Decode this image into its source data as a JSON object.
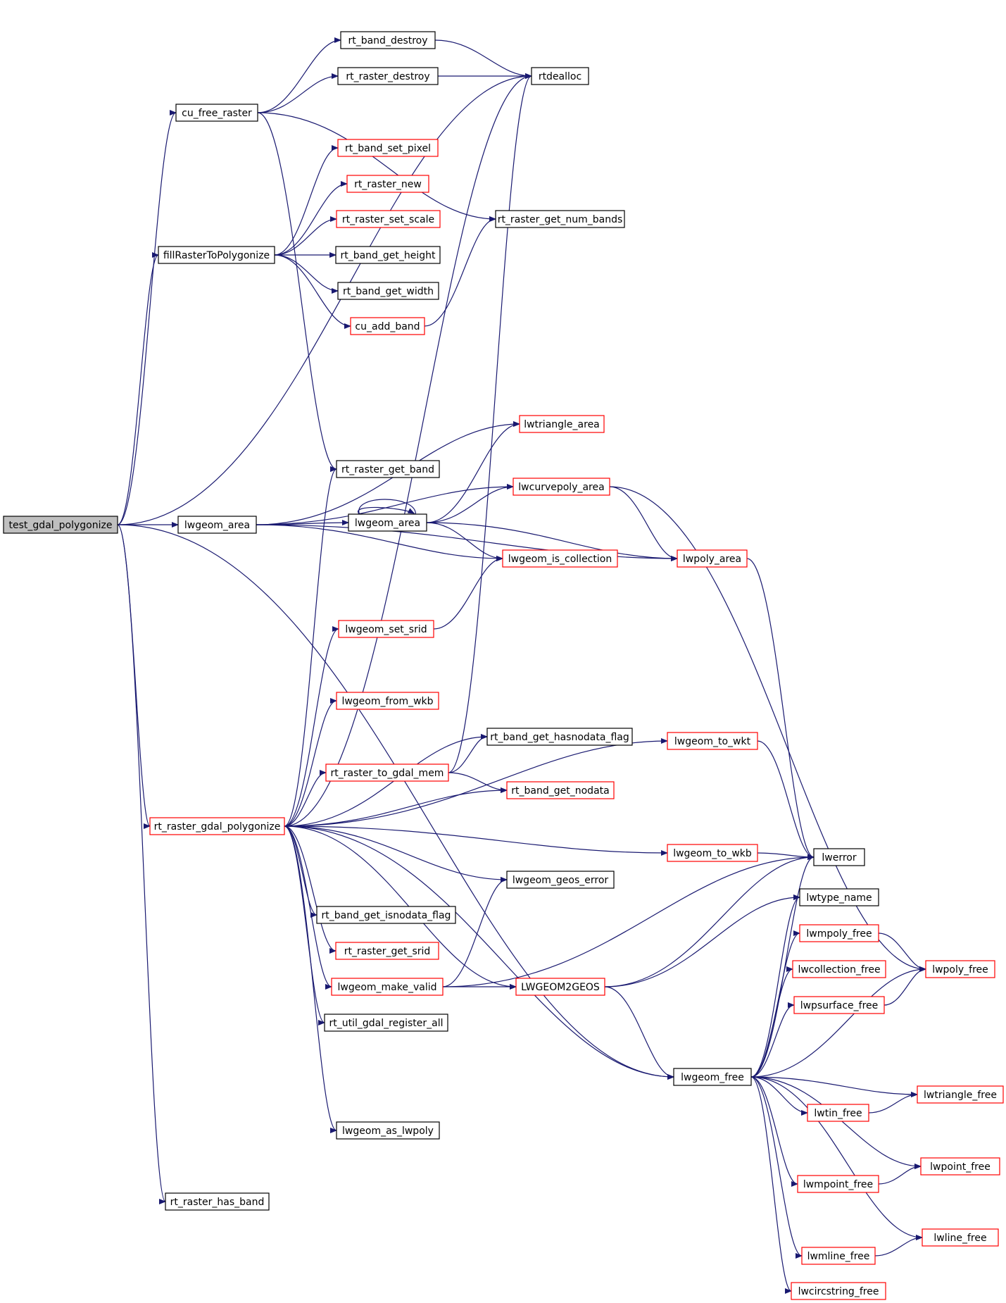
{
  "colors": {
    "edge": "#191970",
    "root_fill": "#bfbfbf",
    "black_border": "#000000",
    "red_border": "#ff0000"
  },
  "nodes": [
    {
      "id": "test_gdal_polygonize",
      "label": "test_gdal_polygonize",
      "border": "root"
    },
    {
      "id": "cu_free_raster",
      "label": "cu_free_raster",
      "border": "black"
    },
    {
      "id": "fillRasterToPolygonize",
      "label": "fillRasterToPolygonize",
      "border": "black"
    },
    {
      "id": "lwgeom_area_1",
      "label": "lwgeom_area",
      "border": "black"
    },
    {
      "id": "rt_raster_gdal_polygonize",
      "label": "rt_raster_gdal_polygonize",
      "border": "red"
    },
    {
      "id": "rt_raster_has_band",
      "label": "rt_raster_has_band",
      "border": "black"
    },
    {
      "id": "rt_band_destroy",
      "label": "rt_band_destroy",
      "border": "black"
    },
    {
      "id": "rt_raster_destroy",
      "label": "rt_raster_destroy",
      "border": "black"
    },
    {
      "id": "rtdealloc",
      "label": "rtdealloc",
      "border": "black"
    },
    {
      "id": "rt_band_set_pixel",
      "label": "rt_band_set_pixel",
      "border": "red"
    },
    {
      "id": "rt_raster_new",
      "label": "rt_raster_new",
      "border": "red"
    },
    {
      "id": "rt_raster_set_scale",
      "label": "rt_raster_set_scale",
      "border": "red"
    },
    {
      "id": "rt_raster_get_num_bands",
      "label": "rt_raster_get_num_bands",
      "border": "black"
    },
    {
      "id": "rt_band_get_height",
      "label": "rt_band_get_height",
      "border": "black"
    },
    {
      "id": "rt_band_get_width",
      "label": "rt_band_get_width",
      "border": "black"
    },
    {
      "id": "cu_add_band",
      "label": "cu_add_band",
      "border": "red"
    },
    {
      "id": "lwtriangle_area",
      "label": "lwtriangle_area",
      "border": "red"
    },
    {
      "id": "rt_raster_get_band",
      "label": "rt_raster_get_band",
      "border": "black"
    },
    {
      "id": "lwcurvepoly_area",
      "label": "lwcurvepoly_area",
      "border": "red"
    },
    {
      "id": "lwgeom_area_2",
      "label": "lwgeom_area",
      "border": "black"
    },
    {
      "id": "lwgeom_is_collection",
      "label": "lwgeom_is_collection",
      "border": "red"
    },
    {
      "id": "lwpoly_area",
      "label": "lwpoly_area",
      "border": "red"
    },
    {
      "id": "lwgeom_set_srid",
      "label": "lwgeom_set_srid",
      "border": "red"
    },
    {
      "id": "lwgeom_from_wkb",
      "label": "lwgeom_from_wkb",
      "border": "red"
    },
    {
      "id": "rt_band_get_hasnodata_flag",
      "label": "rt_band_get_hasnodata_flag",
      "border": "black"
    },
    {
      "id": "lwgeom_to_wkt",
      "label": "lwgeom_to_wkt",
      "border": "red"
    },
    {
      "id": "rt_raster_to_gdal_mem",
      "label": "rt_raster_to_gdal_mem",
      "border": "red"
    },
    {
      "id": "rt_band_get_nodata",
      "label": "rt_band_get_nodata",
      "border": "red"
    },
    {
      "id": "lwgeom_to_wkb",
      "label": "lwgeom_to_wkb",
      "border": "red"
    },
    {
      "id": "lwerror",
      "label": "lwerror",
      "border": "black"
    },
    {
      "id": "lwgeom_geos_error",
      "label": "lwgeom_geos_error",
      "border": "black"
    },
    {
      "id": "rt_band_get_isnodata_flag",
      "label": "rt_band_get_isnodata_flag",
      "border": "black"
    },
    {
      "id": "lwtype_name",
      "label": "lwtype_name",
      "border": "black"
    },
    {
      "id": "rt_raster_get_srid",
      "label": "rt_raster_get_srid",
      "border": "red"
    },
    {
      "id": "lwmpoly_free",
      "label": "lwmpoly_free",
      "border": "red"
    },
    {
      "id": "lwpoly_free",
      "label": "lwpoly_free",
      "border": "red"
    },
    {
      "id": "lwcollection_free",
      "label": "lwcollection_free",
      "border": "red"
    },
    {
      "id": "lwgeom_make_valid",
      "label": "lwgeom_make_valid",
      "border": "red"
    },
    {
      "id": "LWGEOM2GEOS",
      "label": "LWGEOM2GEOS",
      "border": "red"
    },
    {
      "id": "lwpsurface_free",
      "label": "lwpsurface_free",
      "border": "red"
    },
    {
      "id": "rt_util_gdal_register_all",
      "label": "rt_util_gdal_register_all",
      "border": "black"
    },
    {
      "id": "lwgeom_free",
      "label": "lwgeom_free",
      "border": "black"
    },
    {
      "id": "lwtriangle_free",
      "label": "lwtriangle_free",
      "border": "red"
    },
    {
      "id": "lwtin_free",
      "label": "lwtin_free",
      "border": "red"
    },
    {
      "id": "lwgeom_as_lwpoly",
      "label": "lwgeom_as_lwpoly",
      "border": "black"
    },
    {
      "id": "lwpoint_free",
      "label": "lwpoint_free",
      "border": "red"
    },
    {
      "id": "lwmpoint_free",
      "label": "lwmpoint_free",
      "border": "red"
    },
    {
      "id": "lwline_free",
      "label": "lwline_free",
      "border": "red"
    },
    {
      "id": "lwmline_free",
      "label": "lwmline_free",
      "border": "red"
    },
    {
      "id": "lwcircstring_free",
      "label": "lwcircstring_free",
      "border": "red"
    }
  ],
  "edges": [
    [
      "test_gdal_polygonize",
      "rtdealloc"
    ],
    [
      "test_gdal_polygonize",
      "cu_free_raster"
    ],
    [
      "test_gdal_polygonize",
      "fillRasterToPolygonize"
    ],
    [
      "test_gdal_polygonize",
      "lwgeom_area_1"
    ],
    [
      "test_gdal_polygonize",
      "rt_raster_gdal_polygonize"
    ],
    [
      "test_gdal_polygonize",
      "lwgeom_free"
    ],
    [
      "test_gdal_polygonize",
      "rt_raster_has_band"
    ],
    [
      "cu_free_raster",
      "rt_band_destroy"
    ],
    [
      "cu_free_raster",
      "rt_raster_destroy"
    ],
    [
      "cu_free_raster",
      "rt_raster_get_num_bands"
    ],
    [
      "cu_free_raster",
      "rt_raster_get_band"
    ],
    [
      "rt_band_destroy",
      "rtdealloc"
    ],
    [
      "rt_raster_destroy",
      "rtdealloc"
    ],
    [
      "fillRasterToPolygonize",
      "rt_band_set_pixel"
    ],
    [
      "fillRasterToPolygonize",
      "rt_raster_new"
    ],
    [
      "fillRasterToPolygonize",
      "rt_raster_set_scale"
    ],
    [
      "fillRasterToPolygonize",
      "rt_band_get_height"
    ],
    [
      "fillRasterToPolygonize",
      "rt_band_get_width"
    ],
    [
      "fillRasterToPolygonize",
      "cu_add_band"
    ],
    [
      "cu_add_band",
      "rt_raster_get_num_bands"
    ],
    [
      "lwgeom_area_1",
      "lwtriangle_area"
    ],
    [
      "lwgeom_area_1",
      "lwcurvepoly_area"
    ],
    [
      "lwgeom_area_1",
      "lwgeom_area_2"
    ],
    [
      "lwgeom_area_1",
      "lwgeom_is_collection"
    ],
    [
      "lwgeom_area_1",
      "lwpoly_area"
    ],
    [
      "lwgeom_area_2",
      "lwgeom_area_2"
    ],
    [
      "lwgeom_area_2",
      "lwtriangle_area"
    ],
    [
      "lwgeom_area_2",
      "lwcurvepoly_area"
    ],
    [
      "lwgeom_area_2",
      "lwgeom_is_collection"
    ],
    [
      "lwgeom_area_2",
      "lwpoly_area"
    ],
    [
      "lwcurvepoly_area",
      "lwpoly_area"
    ],
    [
      "lwcurvepoly_area",
      "lwpoly_free"
    ],
    [
      "lwpoly_area",
      "lwerror"
    ],
    [
      "rt_raster_gdal_polygonize",
      "rtdealloc"
    ],
    [
      "rt_raster_gdal_polygonize",
      "rt_raster_get_band"
    ],
    [
      "rt_raster_gdal_polygonize",
      "lwgeom_set_srid"
    ],
    [
      "rt_raster_gdal_polygonize",
      "lwgeom_to_wkt"
    ],
    [
      "rt_raster_gdal_polygonize",
      "lwgeom_from_wkb"
    ],
    [
      "rt_raster_gdal_polygonize",
      "rt_band_get_hasnodata_flag"
    ],
    [
      "rt_raster_gdal_polygonize",
      "rt_raster_to_gdal_mem"
    ],
    [
      "rt_raster_gdal_polygonize",
      "rt_band_get_nodata"
    ],
    [
      "rt_raster_gdal_polygonize",
      "lwgeom_to_wkb"
    ],
    [
      "rt_raster_gdal_polygonize",
      "lwgeom_geos_error"
    ],
    [
      "rt_raster_gdal_polygonize",
      "rt_band_get_isnodata_flag"
    ],
    [
      "rt_raster_gdal_polygonize",
      "rt_raster_get_srid"
    ],
    [
      "rt_raster_gdal_polygonize",
      "lwgeom_make_valid"
    ],
    [
      "rt_raster_gdal_polygonize",
      "rt_util_gdal_register_all"
    ],
    [
      "rt_raster_gdal_polygonize",
      "LWGEOM2GEOS"
    ],
    [
      "rt_raster_gdal_polygonize",
      "lwgeom_free"
    ],
    [
      "rt_raster_gdal_polygonize",
      "lwgeom_as_lwpoly"
    ],
    [
      "lwgeom_set_srid",
      "lwgeom_is_collection"
    ],
    [
      "rt_raster_to_gdal_mem",
      "rtdealloc"
    ],
    [
      "rt_raster_to_gdal_mem",
      "rt_band_get_hasnodata_flag"
    ],
    [
      "rt_raster_to_gdal_mem",
      "rt_band_get_nodata"
    ],
    [
      "lwgeom_to_wkt",
      "lwerror"
    ],
    [
      "lwgeom_to_wkb",
      "lwerror"
    ],
    [
      "lwgeom_make_valid",
      "lwgeom_geos_error"
    ],
    [
      "lwgeom_make_valid",
      "lwerror"
    ],
    [
      "lwgeom_make_valid",
      "LWGEOM2GEOS"
    ],
    [
      "LWGEOM2GEOS",
      "lwerror"
    ],
    [
      "LWGEOM2GEOS",
      "lwtype_name"
    ],
    [
      "LWGEOM2GEOS",
      "lwgeom_free"
    ],
    [
      "lwgeom_free",
      "lwerror"
    ],
    [
      "lwgeom_free",
      "lwtype_name"
    ],
    [
      "lwgeom_free",
      "lwmpoly_free"
    ],
    [
      "lwgeom_free",
      "lwpoly_free"
    ],
    [
      "lwgeom_free",
      "lwcollection_free"
    ],
    [
      "lwgeom_free",
      "lwpsurface_free"
    ],
    [
      "lwgeom_free",
      "lwtriangle_free"
    ],
    [
      "lwgeom_free",
      "lwtin_free"
    ],
    [
      "lwgeom_free",
      "lwpoint_free"
    ],
    [
      "lwgeom_free",
      "lwmpoint_free"
    ],
    [
      "lwgeom_free",
      "lwline_free"
    ],
    [
      "lwgeom_free",
      "lwmline_free"
    ],
    [
      "lwgeom_free",
      "lwcircstring_free"
    ],
    [
      "lwmpoly_free",
      "lwpoly_free"
    ],
    [
      "lwpsurface_free",
      "lwpoly_free"
    ],
    [
      "lwtin_free",
      "lwtriangle_free"
    ],
    [
      "lwmpoint_free",
      "lwpoint_free"
    ],
    [
      "lwmline_free",
      "lwline_free"
    ]
  ]
}
